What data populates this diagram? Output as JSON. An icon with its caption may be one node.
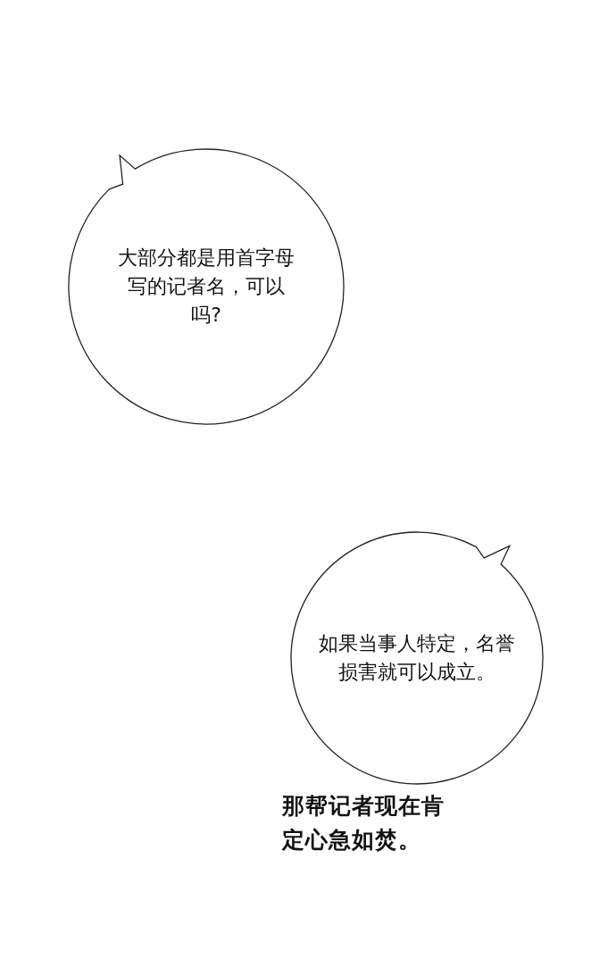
{
  "diagram": {
    "nodes": [
      {
        "text": [
          "大部分都是用首字母写的记者名，可以吗?"
        ]
      },
      {
        "text": [
          "如果当事人特定，名誉损害就可以成立。"
        ]
      }
    ],
    "labels": [
      "那帮记者现在肯定心急如焚。"
    ]
  }
}
